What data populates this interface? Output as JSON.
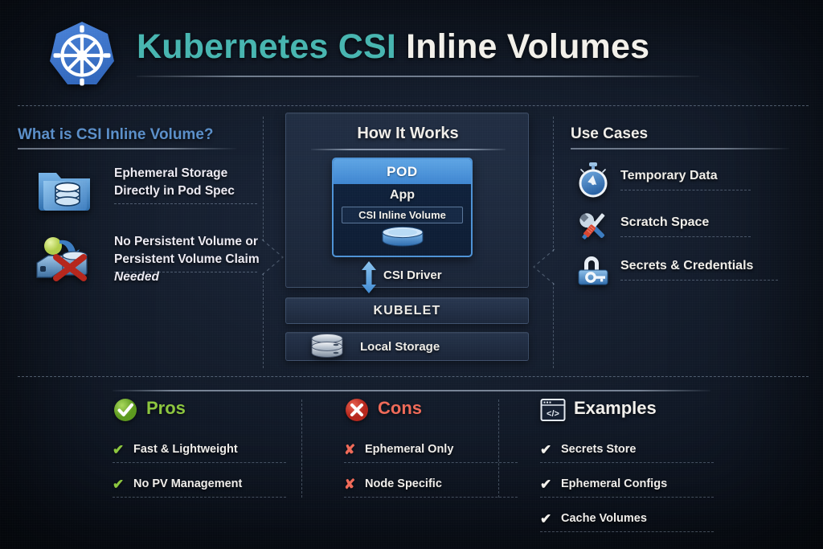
{
  "header": {
    "logo_name": "kubernetes-logo",
    "title_part1": "Kubernetes CSI",
    "title_part2": "Inline Volumes",
    "accent_teal": "#47b5b0",
    "accent_white": "#f2f0ea"
  },
  "left": {
    "heading": "What is CSI Inline Volume?",
    "heading_color": "#5b8fc9",
    "items": [
      {
        "icon": "folder-database-icon",
        "line1": "Ephemeral Storage",
        "line2": "Directly in Pod Spec",
        "line2_italic": ""
      },
      {
        "icon": "storage-disabled-icon",
        "line1": "No Persistent Volume or",
        "line2": "Persistent Volume Claim ",
        "line2_italic": "Needed"
      }
    ]
  },
  "center": {
    "heading": "How It Works",
    "pod": {
      "header_label": "POD",
      "app_label": "App",
      "volume_label": "CSI Inline Volume",
      "disk_icon": "blue-disk-icon",
      "header_color": "#4e93d6"
    },
    "driver": {
      "arrow_icon": "double-arrow-vertical-icon",
      "label": "CSI Driver"
    },
    "kubelet_label": "KUBELET",
    "storage": {
      "icon": "local-disk-icon",
      "label": "Local Storage"
    }
  },
  "right": {
    "heading": "Use Cases",
    "items": [
      {
        "icon": "stopwatch-icon",
        "label": "Temporary Data"
      },
      {
        "icon": "tools-icon",
        "label": "Scratch Space"
      },
      {
        "icon": "lock-key-icon",
        "label": "Secrets & Credentials"
      }
    ]
  },
  "bottom": {
    "columns": [
      {
        "icon": "green-check-circle-icon",
        "title": "Pros",
        "title_color": "#8cc63e",
        "mark": "✔",
        "mark_color": "#8cc63e",
        "text_color": "#efedea",
        "items": [
          "Fast & Lightweight",
          "No PV Management"
        ]
      },
      {
        "icon": "red-x-circle-icon",
        "title": "Cons",
        "title_color": "#ef6a58",
        "mark": "✘",
        "mark_color": "#e04a3a",
        "text_color": "#efedea",
        "items": [
          "Ephemeral Only",
          "Node Specific"
        ]
      },
      {
        "icon": "code-window-icon",
        "title": "Examples",
        "title_color": "#f2f0ec",
        "mark": "✔",
        "mark_color": "#f2f0ec",
        "text_color": "#b9c8dc",
        "items": [
          "Secrets Store",
          "Ephemeral Configs",
          "Cache Volumes"
        ]
      }
    ]
  }
}
